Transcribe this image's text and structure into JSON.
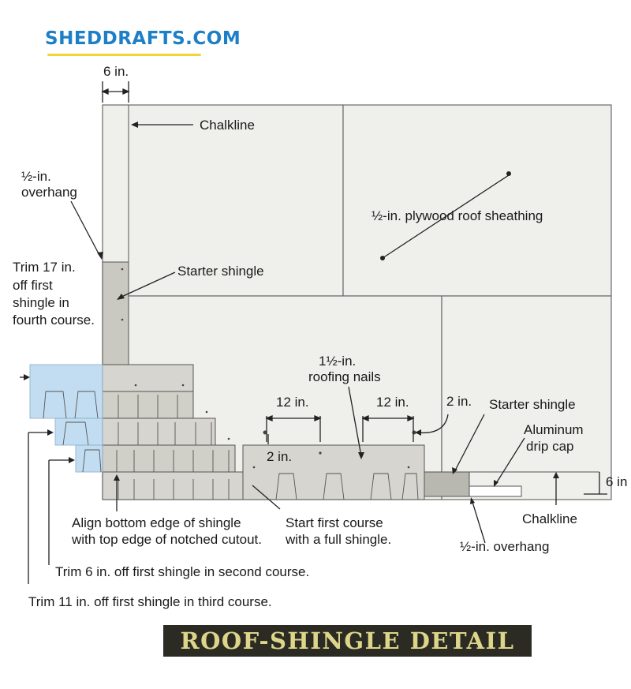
{
  "brand": {
    "logo_text": "SHEDDRAFTS.COM",
    "logo_color": "#1d7fc7",
    "underline_color": "#f2d43a"
  },
  "title": "ROOF-SHINGLE DETAIL",
  "colors": {
    "sheathing": "#efefec",
    "shingle": "#d6d5cf",
    "shingle_dark": "#c8c7c0",
    "starter": "#c2c1ba",
    "trimmed_overlay": "#bcdaf0",
    "line": "#555555"
  },
  "labels": {
    "dim_6in_top": "6 in.",
    "chalkline_top": "Chalkline",
    "half_in_overhang_left_1": "½-in.",
    "half_in_overhang_left_2": "overhang",
    "plywood": "½-in. plywood roof sheathing",
    "starter_shingle_left": "Starter shingle",
    "trim17_1": "Trim 17 in.",
    "trim17_2": "off first",
    "trim17_3": "shingle in",
    "trim17_4": "fourth course.",
    "nails_1": "1½-in.",
    "nails_2": "roofing nails",
    "dim_12in_a": "12 in.",
    "dim_12in_b": "12 in.",
    "dim_2in_right": "2 in.",
    "dim_2in_left": "2 in.",
    "starter_shingle_right": "Starter shingle",
    "drip_cap_1": "Aluminum",
    "drip_cap_2": "drip cap",
    "dim_6in_right": "6 in",
    "chalkline_bottom": "Chalkline",
    "half_in_overhang_bottom": "½-in. overhang",
    "align_1": "Align bottom edge of shingle",
    "align_2": "with top edge of notched cutout.",
    "start_first_1": "Start first course",
    "start_first_2": "with a full shingle.",
    "trim6": "Trim 6 in. off first shingle in second course.",
    "trim11": "Trim 11 in. off first shingle in third course."
  }
}
